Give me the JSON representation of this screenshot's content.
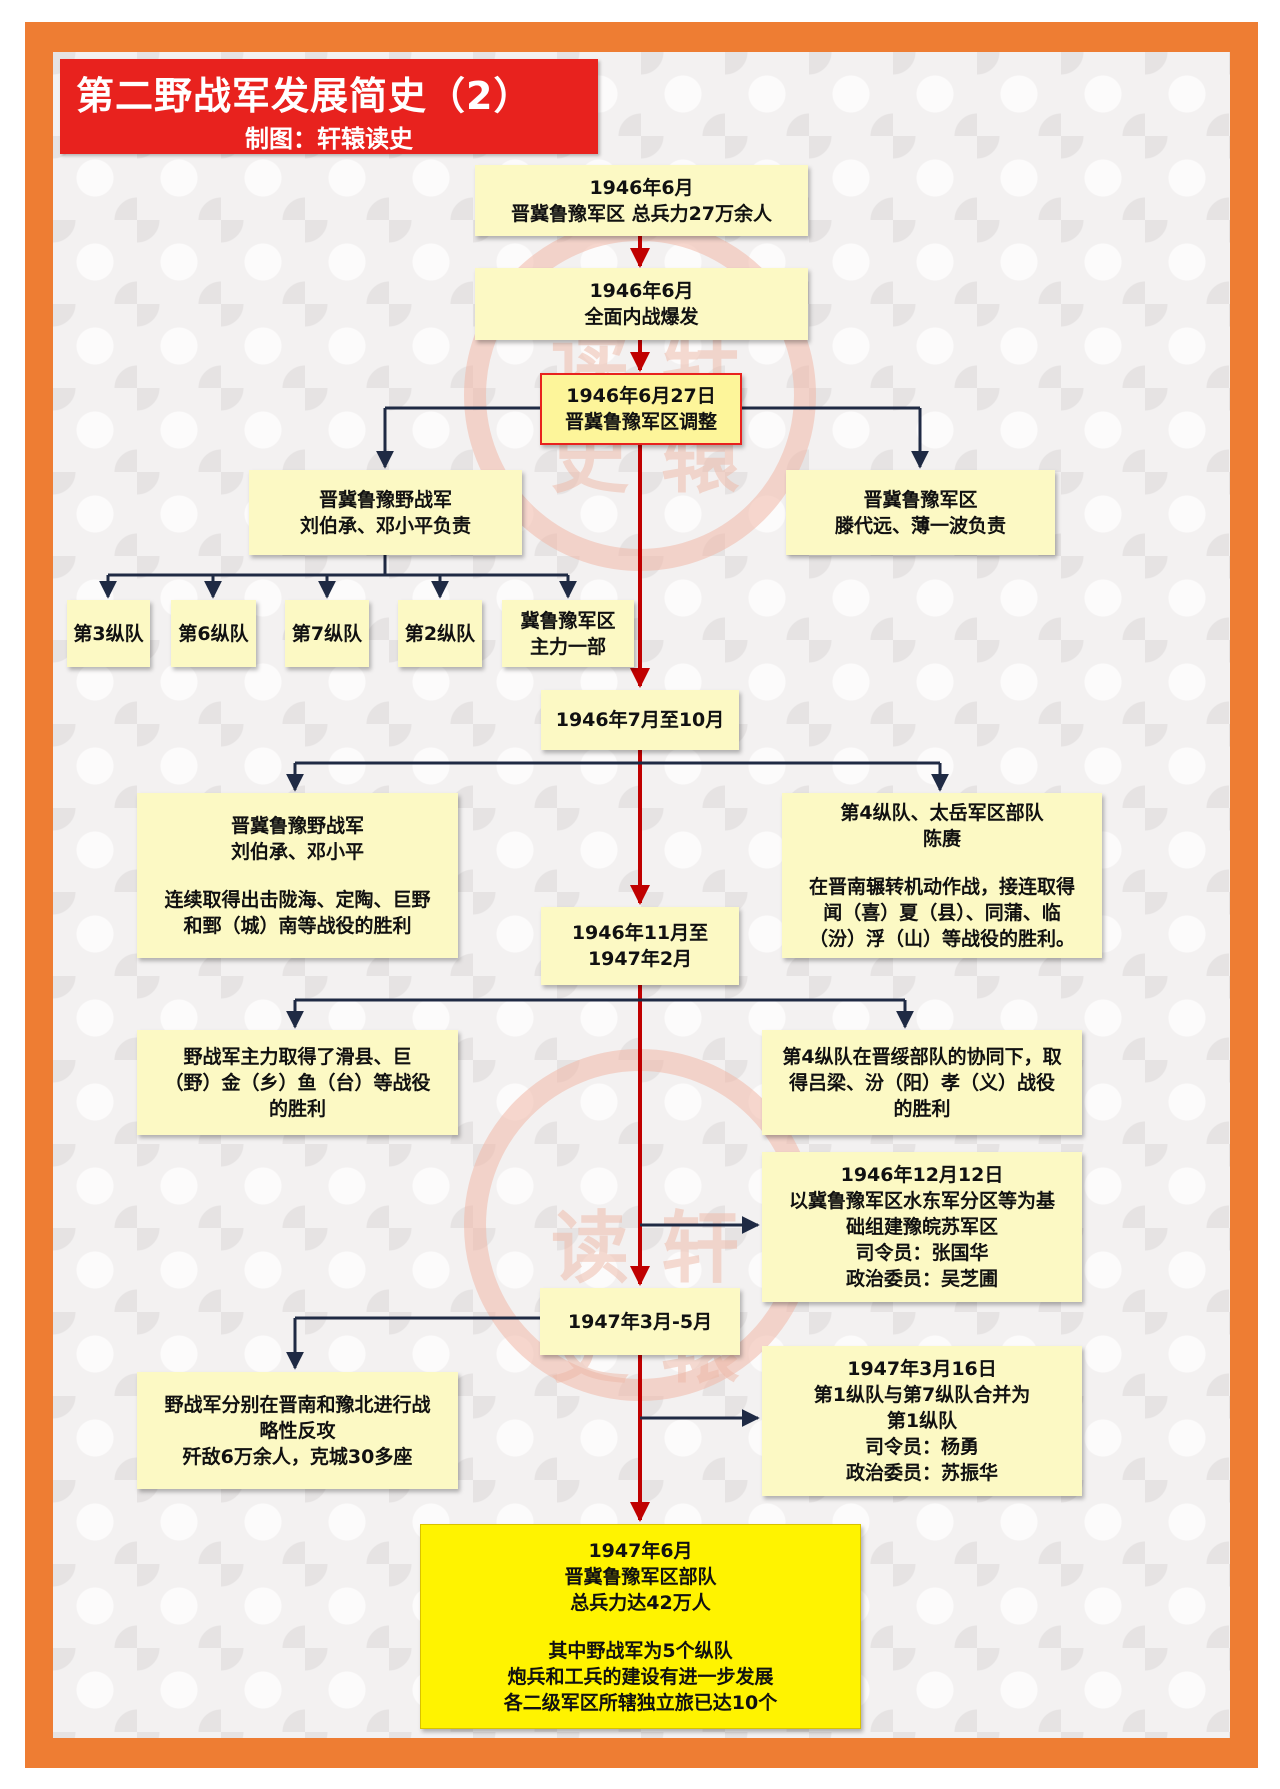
{
  "title": {
    "main": "第二野战军发展简史（2）",
    "sub": "制图：轩辕读史"
  },
  "watermark": [
    "读",
    "轩",
    "史",
    "辕"
  ],
  "nodes": {
    "n1": [
      "1946年6月",
      "晋冀鲁豫军区  总兵力27万余人"
    ],
    "n2": [
      "1946年6月",
      "全面内战爆发"
    ],
    "n3": [
      "1946年6月27日",
      "晋冀鲁豫军区调整"
    ],
    "field_army": [
      "晋冀鲁豫野战军",
      "刘伯承、邓小平负责"
    ],
    "military_region": [
      "晋冀鲁豫军区",
      "滕代远、薄一波负责"
    ],
    "col3": [
      "第3纵队"
    ],
    "col6": [
      "第6纵队"
    ],
    "col7": [
      "第7纵队"
    ],
    "col2": [
      "第2纵队"
    ],
    "jilu_main": [
      "冀鲁豫军区",
      "主力一部"
    ],
    "n4": [
      "1946年7月至10月"
    ],
    "left1": [
      "晋冀鲁豫野战军",
      "刘伯承、邓小平",
      "",
      "连续取得出击陇海、定陶、巨野",
      "和鄄（城）南等战役的胜利"
    ],
    "right1": [
      "第4纵队、太岳军区部队",
      "陈赓",
      "",
      "在晋南辗转机动作战，接连取得",
      "闻（喜）夏（县）、同蒲、临",
      "（汾）浮（山）等战役的胜利。"
    ],
    "n5": [
      "1946年11月至",
      "1947年2月"
    ],
    "left2": [
      "野战军主力取得了滑县、巨",
      "（野）金（乡）鱼（台）等战役",
      "的胜利"
    ],
    "right2": [
      "第4纵队在晋绥部队的协同下，取",
      "得吕梁、汾（阳）孝（义）战役",
      "的胜利"
    ],
    "right3": [
      "1946年12月12日",
      "以冀鲁豫军区水东军分区等为基",
      "础组建豫皖苏军区",
      "司令员：张国华",
      "政治委员：吴芝圃"
    ],
    "n6": [
      "1947年3月-5月"
    ],
    "left3": [
      "野战军分别在晋南和豫北进行战",
      "略性反攻",
      "歼敌6万余人，克城30多座"
    ],
    "right4": [
      "1947年3月16日",
      "第1纵队与第7纵队合并为",
      "第1纵队",
      "司令员：杨勇",
      "政治委员：苏振华"
    ],
    "final": [
      "1947年6月",
      "晋冀鲁豫军区部队",
      "总兵力达42万人",
      "",
      "其中野战军为5个纵队",
      "炮兵和工兵的建设有进一步发展",
      "各二级军区所辖独立旅已达10个"
    ]
  },
  "colors": {
    "frame": "#ee7d33",
    "title_bg": "#e8221e",
    "box": "#fcf9c4",
    "final_box": "#fff300",
    "main_arrow": "#c00000",
    "branch_line": "#1f2a44"
  }
}
